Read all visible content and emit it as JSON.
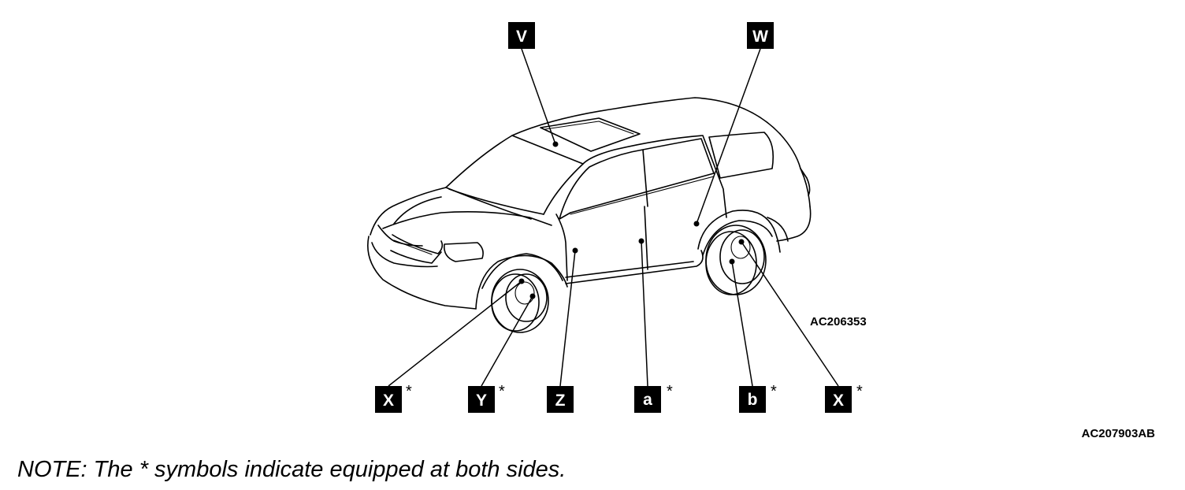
{
  "labels": {
    "v": {
      "letter": "V",
      "star": ""
    },
    "w": {
      "letter": "W",
      "star": ""
    },
    "x_front": {
      "letter": "X",
      "star": "*"
    },
    "y": {
      "letter": "Y",
      "star": "*"
    },
    "z": {
      "letter": "Z",
      "star": ""
    },
    "a": {
      "letter": "a",
      "star": "*"
    },
    "b": {
      "letter": "b",
      "star": "*"
    },
    "x_rear": {
      "letter": "X",
      "star": "*"
    }
  },
  "codes": {
    "inner": "AC206353",
    "outer": "AC207903AB"
  },
  "note": "NOTE: The * symbols indicate equipped at both sides."
}
